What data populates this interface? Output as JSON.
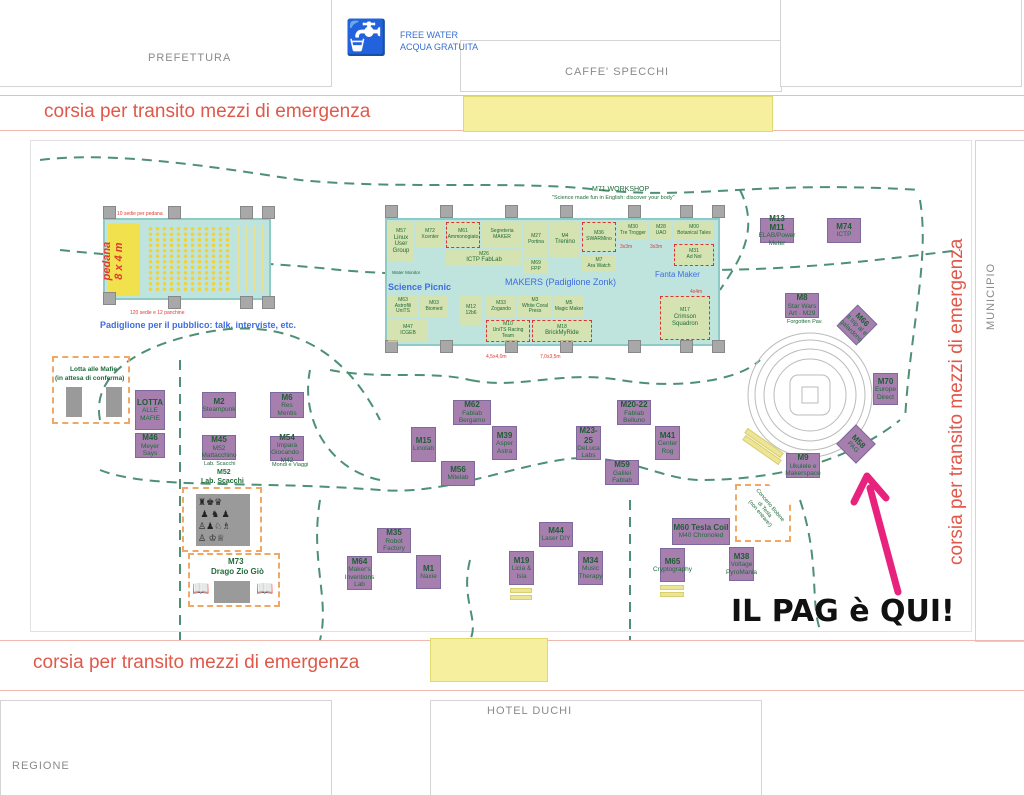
{
  "labels": {
    "free_water_1": "FREE WATER",
    "free_water_2": "ACQUA GRATUITA",
    "prefettura": "PREFETTURA",
    "caffe": "CAFFE' SPECCHI",
    "municipio": "MUNICIPIO",
    "hotel": "HOTEL DUCHI",
    "regione": "REGIONE",
    "corsia_top": "corsia per transito mezzi di emergenza",
    "corsia_bottom": "corsia per transito mezzi di emergenza",
    "corsia_right": "corsia per transito mezzi di emergenza",
    "pag_here": "IL PAG è QUI!"
  },
  "public_pavilion": {
    "seats_top": "10 sedie per pedana",
    "stage_1": "pedana",
    "stage_2": "8 x 4 m",
    "seats_bottom": "120 sedie e 12 panchine",
    "title": "Padiglione per il pubblico: talk, interviste, etc."
  },
  "makers_pavilion": {
    "workshop_title": "M71 WORKSHOP",
    "workshop_sub": "\"Science made fun in English: discover your body\"",
    "title": "MAKERS (Padiglione Zonk)",
    "science_picnic": "Science Picnic",
    "fanta_maker": "Fanta Maker",
    "areas": [
      {
        "code": "M57",
        "name": "Linux User Group"
      },
      {
        "code": "M72",
        "name": "Xcenter"
      },
      {
        "code": "M61",
        "name": "Ammonogiato"
      },
      {
        "code": "",
        "name": "Segreteria MAKER"
      },
      {
        "code": "M27",
        "name": "Portina"
      },
      {
        "code": "M4",
        "name": "Trenino"
      },
      {
        "code": "M36",
        "name": "SWARMino"
      },
      {
        "code": "M26",
        "name": "ICTP FabLab"
      },
      {
        "code": "M69",
        "name": "FPP"
      },
      {
        "code": "M7",
        "name": "Ara Watch"
      },
      {
        "code": "M31",
        "name": "Ad Nol"
      },
      {
        "code": "M63",
        "name": "Astrofili UniTS"
      },
      {
        "code": "M03",
        "name": "Biomed"
      },
      {
        "code": "M47",
        "name": "ICGEB"
      },
      {
        "code": "M12",
        "name": "12b6"
      },
      {
        "code": "M33",
        "name": "Zogando"
      },
      {
        "code": "M3",
        "name": "White Coral Press"
      },
      {
        "code": "M5",
        "name": "Magic Maker"
      },
      {
        "code": "M10",
        "name": "UniTS Racing Team"
      },
      {
        "code": "M18",
        "name": "BrickMyRide"
      },
      {
        "code": "M17",
        "name": "Crimson Squadron"
      },
      {
        "code": "M30",
        "name": "Tre Trogger"
      },
      {
        "code": "M28",
        "name": "UAO"
      },
      {
        "code": "M00",
        "name": "Botanical Tales"
      }
    ],
    "dims": [
      "3x3m",
      "3x3m",
      "4x4m",
      "4,5x4,0m",
      "7,0x3,5m"
    ],
    "water_monitor": "Water Monitor"
  },
  "mafie_area": {
    "title_1": "Lotta alle Mafie",
    "title_2": "(in attesa di conferma)"
  },
  "chess": {
    "code": "M52",
    "name": "Lab. Scacchi"
  },
  "drago": {
    "code": "M73",
    "name": "Drago Zio Giò"
  },
  "tesla_area": {
    "l1": "Concerto Bobine",
    "l2": "di Tesla",
    "l3": "(non entrare!)"
  },
  "stands": [
    {
      "code": "LOTTA",
      "name": "ALLE MAFIE"
    },
    {
      "code": "M2",
      "name": "Steampunk"
    },
    {
      "code": "M6",
      "name": "Res Mentis"
    },
    {
      "code": "M46",
      "name": "Meyer Says"
    },
    {
      "code": "M45",
      "name": "M52 Mattacchino",
      "caption": "Lab. Scacchi"
    },
    {
      "code": "M54",
      "name": "Impara Giocando · M42",
      "caption": "Mondi e Viaggi"
    },
    {
      "code": "M62",
      "name": "Fablab Bergamo"
    },
    {
      "code": "M15",
      "name": "Linolab"
    },
    {
      "code": "M39",
      "name": "Asper Astra"
    },
    {
      "code": "M56",
      "name": "Mitelab"
    },
    {
      "code": "M20-22",
      "name": "Fablab Belluno"
    },
    {
      "code": "M23-25",
      "name": "DeLuca Labs"
    },
    {
      "code": "M41",
      "name": "Center Rog"
    },
    {
      "code": "M59",
      "name": "Galilei Fablab"
    },
    {
      "code": "M35",
      "name": "Robot Factory"
    },
    {
      "code": "M64",
      "name": "Maker's Inventions Lab"
    },
    {
      "code": "M1",
      "name": "Naxie"
    },
    {
      "code": "M44",
      "name": "Laser DIY"
    },
    {
      "code": "M19",
      "name": "Licia & Isia"
    },
    {
      "code": "M34",
      "name": "Music Therapy"
    },
    {
      "code": "M65",
      "name": "Cryptography"
    },
    {
      "code": "M60 Tesla Coil",
      "name": "M40 Chronoled"
    },
    {
      "code": "M38",
      "name": "Voltage PyroMania"
    },
    {
      "code": "M13 M11",
      "name": "ELAB/Power Meter"
    },
    {
      "code": "M74",
      "name": "ICTP"
    },
    {
      "code": "M8",
      "name": "Star Wars Art · M29",
      "caption": "Forgotten Pav."
    },
    {
      "code": "M66",
      "name": "Il trip al e galardonq"
    },
    {
      "code": "M70",
      "name": "Europe Direct"
    },
    {
      "code": "M58",
      "name": "PAG"
    },
    {
      "code": "M9",
      "name": "Ukulele e Makerspace"
    }
  ],
  "colors": {
    "stand": "#a67fae",
    "pavilion": "#bfe3dd",
    "path": "#2e7d5b",
    "corsia": "#e0584a",
    "arrow": "#e8237e",
    "highlight": "#f6ef9e"
  }
}
